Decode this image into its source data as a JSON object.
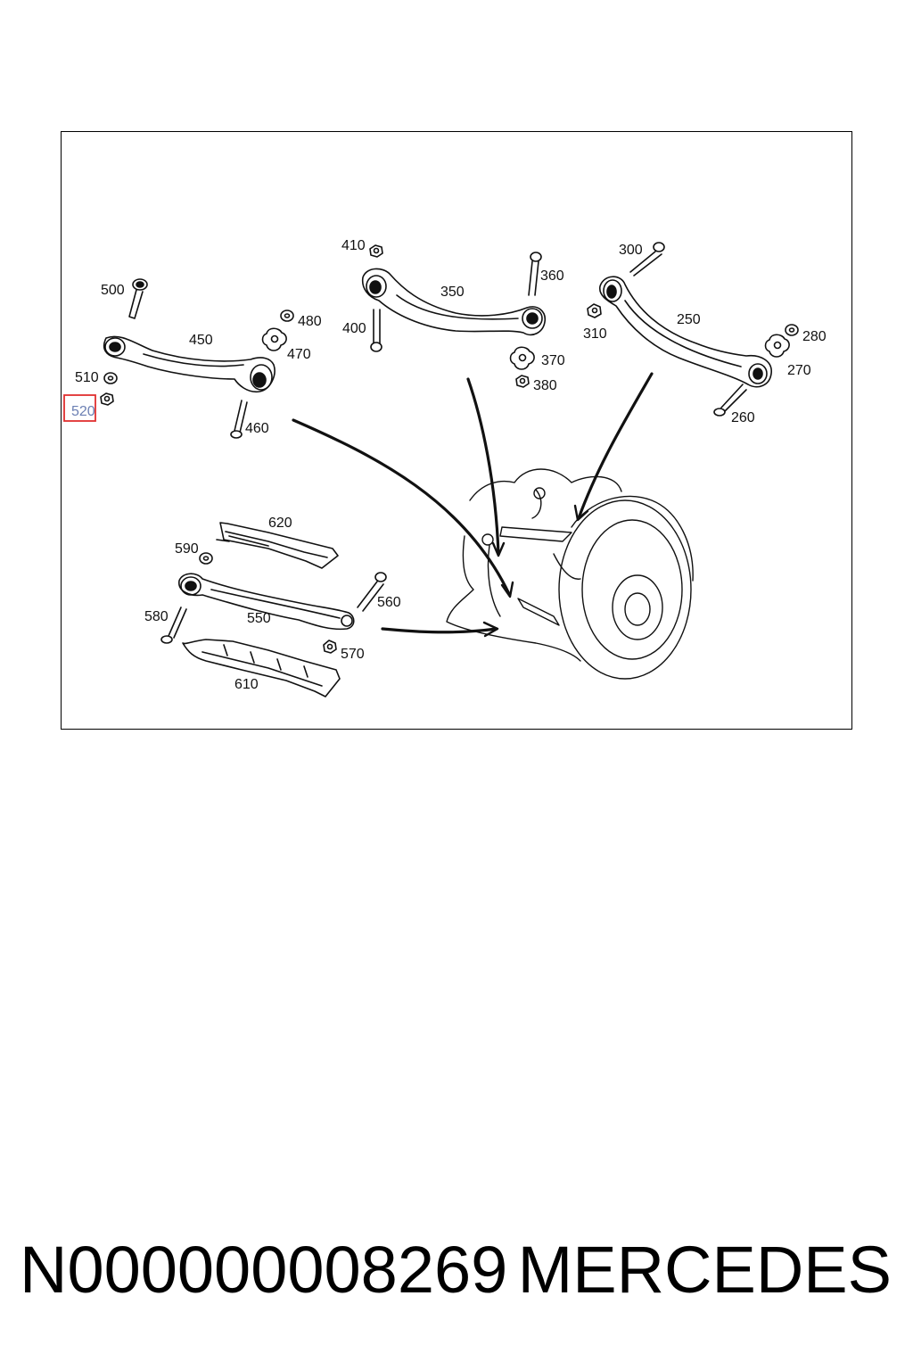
{
  "diagram": {
    "highlight_color": "#e03030",
    "highlighted_label": "520",
    "labels": {
      "500": "500",
      "450": "450",
      "480": "480",
      "470": "470",
      "510": "510",
      "520": "520",
      "460": "460",
      "410": "410",
      "350": "350",
      "360": "360",
      "400": "400",
      "370": "370",
      "380": "380",
      "300": "300",
      "250": "250",
      "310": "310",
      "280": "280",
      "270": "270",
      "260": "260",
      "620": "620",
      "590": "590",
      "560": "560",
      "580": "580",
      "550": "550",
      "570": "570",
      "610": "610"
    }
  },
  "caption": {
    "part_number": "N000000008269",
    "brand": "MERCEDES"
  }
}
